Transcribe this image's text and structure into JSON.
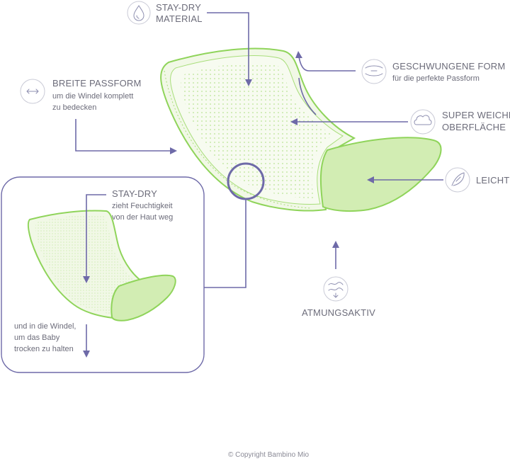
{
  "features": {
    "material": {
      "title_line1": "STAY-DRY",
      "title_line2": "MATERIAL"
    },
    "form": {
      "title": "GESCHWUNGENE FORM",
      "sub": "für die perfekte Passform"
    },
    "passform": {
      "title": "BREITE PASSFORM",
      "sub_line1": "um die Windel komplett",
      "sub_line2": "zu bedecken"
    },
    "weich": {
      "title_line1": "SUPER WEICHE",
      "title_line2": "OBERFLÄCHE"
    },
    "leicht": {
      "title": "LEICHT"
    },
    "atmung": {
      "title": "ATMUNGSAKTIV"
    }
  },
  "inset": {
    "staydry_title": "STAY-DRY",
    "staydry_line1": "zieht Feuchtigkeit",
    "staydry_line2": "von der Haut weg",
    "bottom_line1": "und in die Windel,",
    "bottom_line2": "um das Baby",
    "bottom_line3": "trocken zu halten"
  },
  "copyright": "© Copyright Bambino Mio",
  "colors": {
    "accent": "#6e6aa8",
    "pad_green": "#8fd45a",
    "wing_fill": "#d2edb3",
    "text": "#6c6c7a"
  },
  "icons": [
    "droplet-icon",
    "curve-icon",
    "width-arrows-icon",
    "cloud-icon",
    "feather-icon",
    "airflow-icon"
  ]
}
